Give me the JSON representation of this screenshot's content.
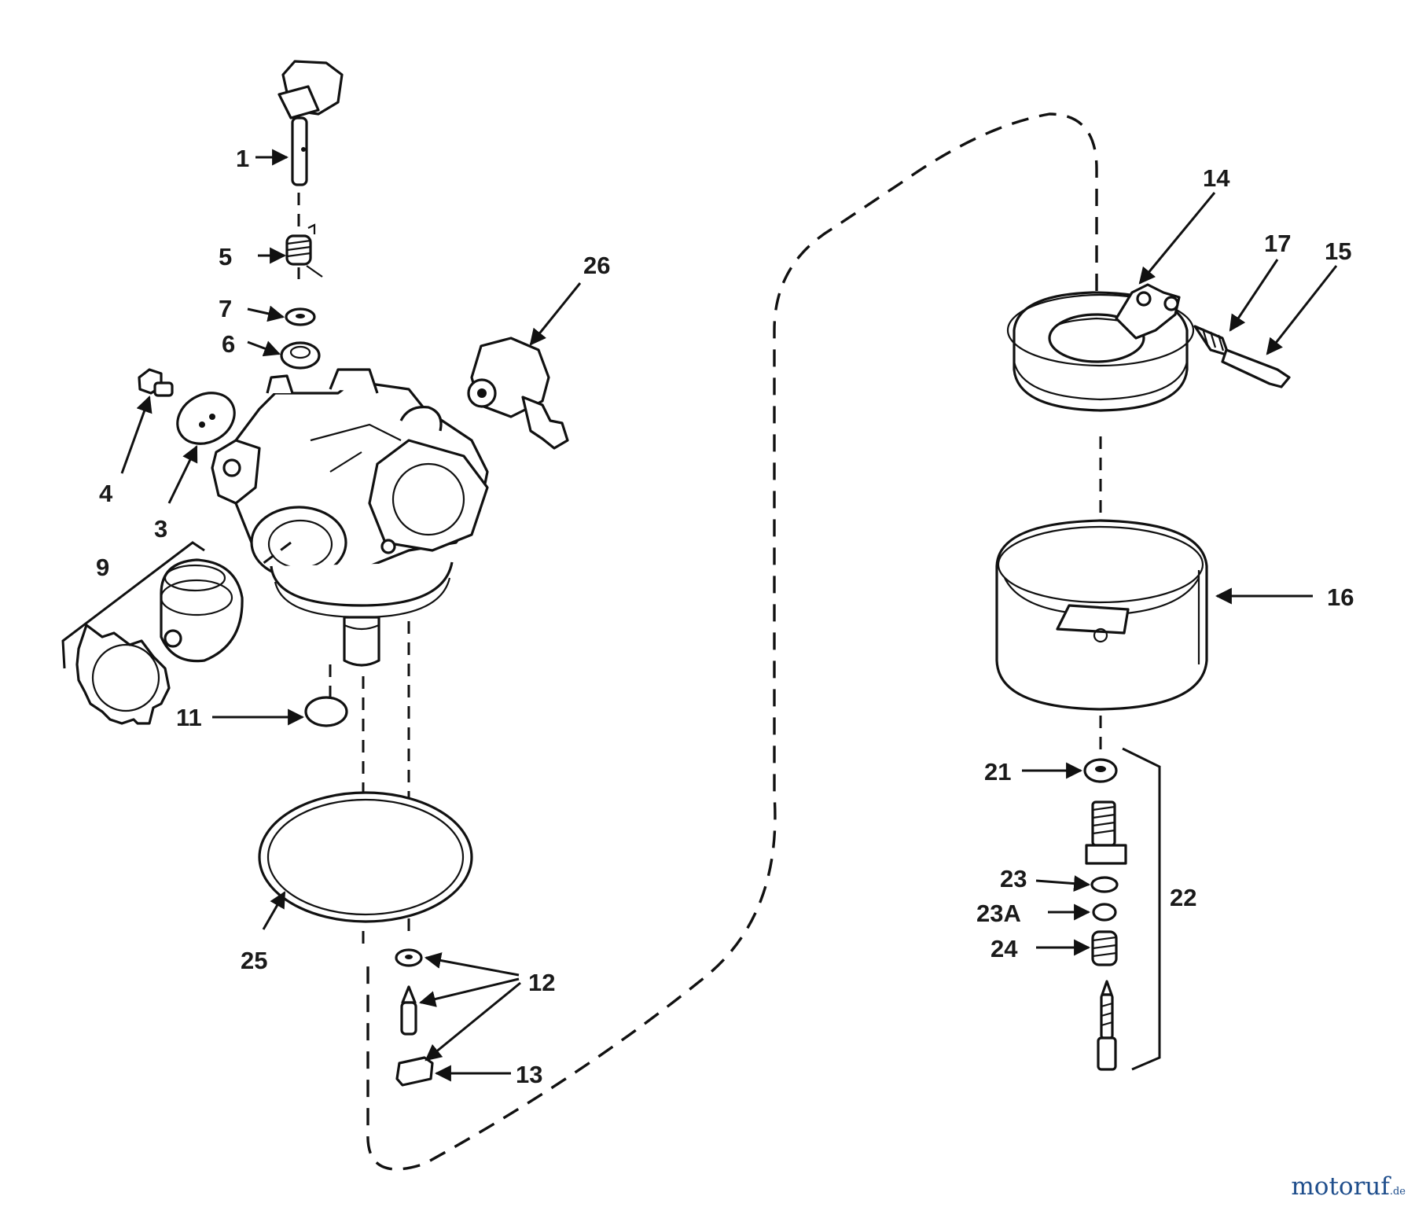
{
  "diagram": {
    "type": "exploded-parts-diagram",
    "labels": {
      "l1": "1",
      "l5": "5",
      "l7": "7",
      "l6": "6",
      "l4": "4",
      "l3": "3",
      "l9": "9",
      "l26": "26",
      "l11": "11",
      "l25": "25",
      "l12": "12",
      "l13": "13",
      "l14": "14",
      "l17": "17",
      "l15": "15",
      "l16": "16",
      "l21": "21",
      "l22": "22",
      "l23": "23",
      "l23A": "23A",
      "l24": "24"
    }
  },
  "watermark": {
    "text_main": "motoruf",
    "text_suffix": ".de"
  },
  "colors": {
    "ink": "#111111",
    "watermark_blue": "#1f4e8c",
    "watermark_red": "#d23a2a"
  }
}
